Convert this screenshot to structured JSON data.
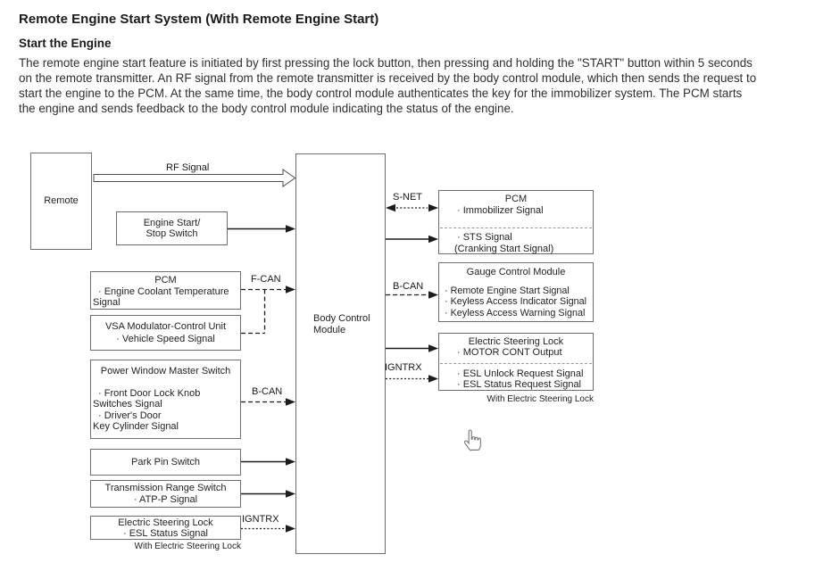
{
  "page": {
    "title": "Remote Engine Start System (With Remote Engine Start)",
    "section_heading": "Start the Engine",
    "body_lines": [
      "The remote engine start feature is initiated by first pressing the lock button, then pressing and holding the \"START\" button within 5 seconds",
      "on the remote transmitter. An RF signal from the remote transmitter is received by the body control module, which then sends the request to",
      "start the engine to the PCM. At the same time, the body control module authenticates the key for the immobilizer system. The PCM starts",
      "the engine and sends feedback to the body control module indicating the status of the engine."
    ]
  },
  "diagram": {
    "boxes": {
      "remote": {
        "title": "Remote"
      },
      "engine_start_switch": {
        "line1": "Engine Start/",
        "line2": "Stop Switch"
      },
      "pcm_left": {
        "title": "PCM",
        "line1": "· Engine Coolant Temperature",
        "line2": "Signal"
      },
      "vsa": {
        "line1": "VSA Modulator-Control Unit",
        "line2": "· Vehicle Speed Signal"
      },
      "power_window_master_switch": {
        "title": "Power Window Master Switch",
        "line1": "· Front Door Lock Knob",
        "line2": "Switches Signal",
        "line3": "· Driver's Door",
        "line4": "Key Cylinder Signal"
      },
      "park_pin_switch": {
        "title": "Park Pin Switch"
      },
      "transmission_range_switch": {
        "line1": "Transmission Range Switch",
        "line2": "· ATP-P Signal"
      },
      "electric_steering_lock_left": {
        "line1": "Electric Steering Lock",
        "line2": "· ESL Status Signal",
        "note": "With Electric Steering Lock"
      },
      "body_control_module": {
        "line1": "Body Control",
        "line2": "Module"
      },
      "pcm_right": {
        "title": "PCM",
        "top1": "· Immobilizer Signal",
        "bottom1": "· STS Signal",
        "bottom2": "(Cranking Start Signal)"
      },
      "gauge_control_module": {
        "title": "Gauge Control Module",
        "item1": "· Remote Engine Start Signal",
        "item2": "· Keyless Access Indicator Signal",
        "item3": "· Keyless Access Warning Signal"
      },
      "electric_steering_lock_right": {
        "title": "Electric Steering Lock",
        "top1": "· MOTOR CONT Output",
        "bottom1": "· ESL Unlock Request Signal",
        "bottom2": "· ESL Status Request Signal",
        "note": "With Electric Steering Lock"
      }
    },
    "bus_labels": {
      "rf_signal": "RF Signal",
      "f_can": "F-CAN",
      "b_can_left": "B-CAN",
      "igntrx_left": "IGNTRX",
      "s_net": "S-NET",
      "b_can_right": "B-CAN",
      "igntrx_right": "IGNTRX"
    },
    "colors": {
      "box_border": "#6e6e6e",
      "arrow": "#1c1c1c",
      "divider_dash": "#9a9a9a",
      "text": "#1f1f1f"
    }
  },
  "cursor": {
    "icon": "hand-pointer"
  }
}
